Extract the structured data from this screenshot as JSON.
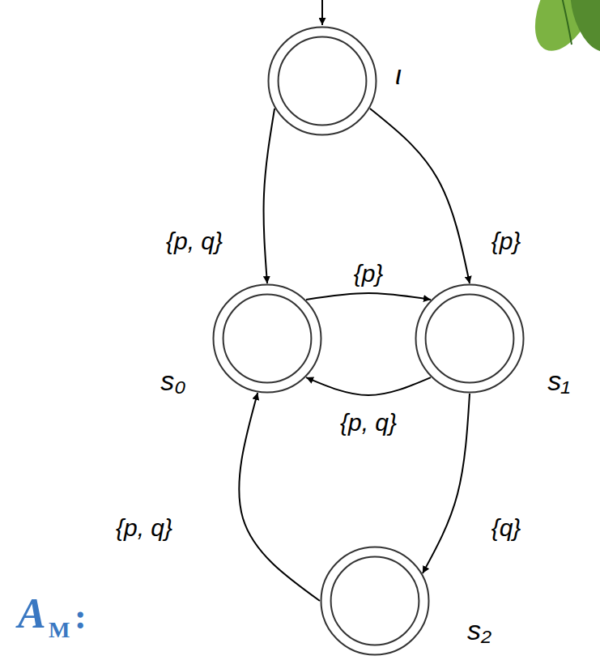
{
  "diagram": {
    "nodes": [
      {
        "text": [
          "ι"
        ]
      },
      {
        "text": [
          "s₀"
        ]
      },
      {
        "text": [
          "s₁"
        ]
      },
      {
        "text": [
          "s₂"
        ]
      }
    ],
    "edges": [
      {
        "from": 0,
        "to": 1,
        "label": "{p, q}",
        "arrow": "to"
      },
      {
        "from": 0,
        "to": 2,
        "label": "{p}",
        "arrow": "to"
      },
      {
        "from": 1,
        "to": 2,
        "label": "{p}",
        "arrow": "to"
      },
      {
        "from": 2,
        "to": 1,
        "label": "{p, q}",
        "arrow": "to"
      },
      {
        "from": 2,
        "to": 3,
        "label": "{q}",
        "arrow": "to"
      },
      {
        "from": 3,
        "to": 1,
        "label": "{p, q}",
        "arrow": "to"
      }
    ],
    "labels": [
      "A",
      "M",
      ":"
    ]
  }
}
